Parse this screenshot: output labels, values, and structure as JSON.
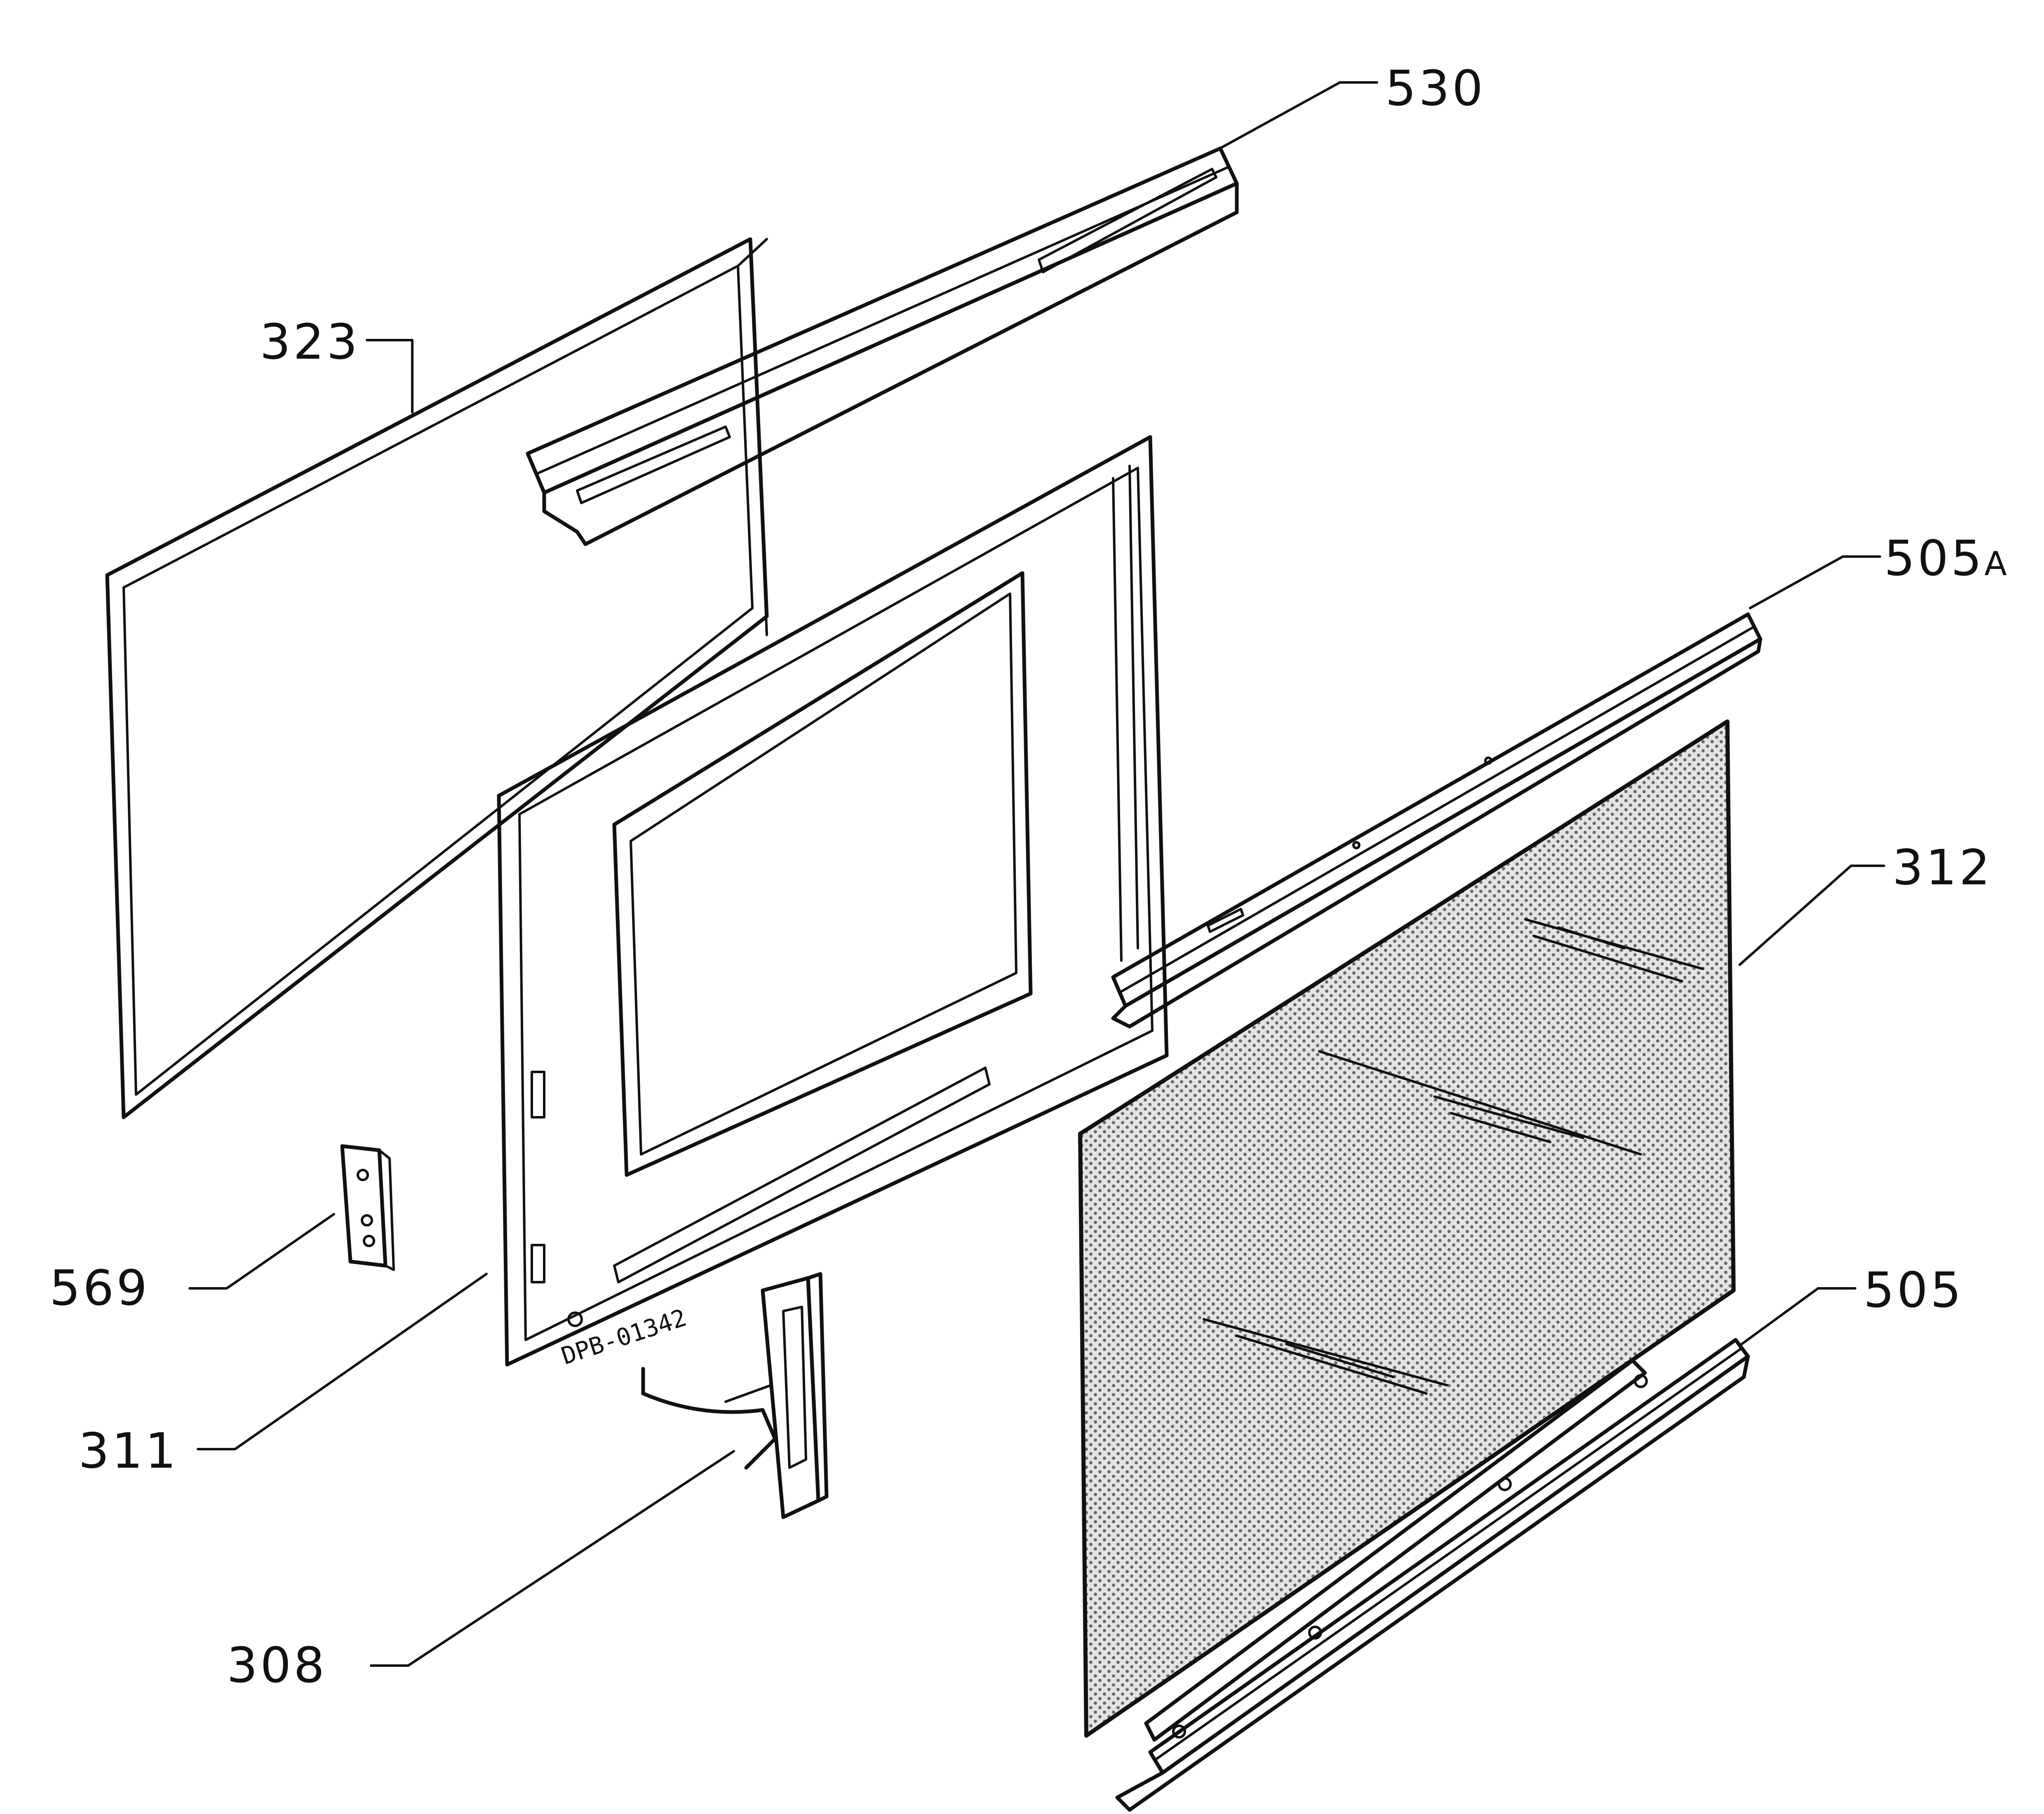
{
  "diagram": {
    "line_color": "#111111",
    "background_color": "#ffffff",
    "glass_fill": "#c9c9c9",
    "stamp_text": "DPB-01342",
    "parts": [
      {
        "key": "530",
        "label": "530",
        "part": "top-trim-profile"
      },
      {
        "key": "323",
        "label": "323",
        "part": "door-seal-gasket"
      },
      {
        "key": "505A",
        "label": "505",
        "suffix": "A",
        "part": "upper-glass-rail"
      },
      {
        "key": "312",
        "label": "312",
        "part": "outer-door-glass"
      },
      {
        "key": "569",
        "label": "569",
        "part": "door-catch-plate"
      },
      {
        "key": "505",
        "label": "505",
        "part": "lower-glass-rail"
      },
      {
        "key": "311",
        "label": "311",
        "part": "inner-door-frame"
      },
      {
        "key": "308",
        "label": "308",
        "part": "door-hinge"
      }
    ]
  }
}
